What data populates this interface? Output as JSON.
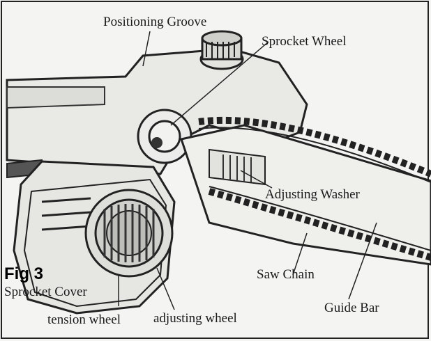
{
  "labels": {
    "positioning_groove": "Positioning Groove",
    "sprocket_wheel": "Sprocket Wheel",
    "adjusting_washer": "Adjusting Washer",
    "saw_chain": "Saw Chain",
    "guide_bar": "Guide Bar",
    "sprocket_cover": "Sprocket Cover",
    "tension_wheel": "tension wheel",
    "adjusting_wheel": "adjusting wheel"
  },
  "figure_caption": "Fig 3",
  "colors": {
    "ink": "#1a1a1a",
    "paper": "#f4f4f2"
  }
}
